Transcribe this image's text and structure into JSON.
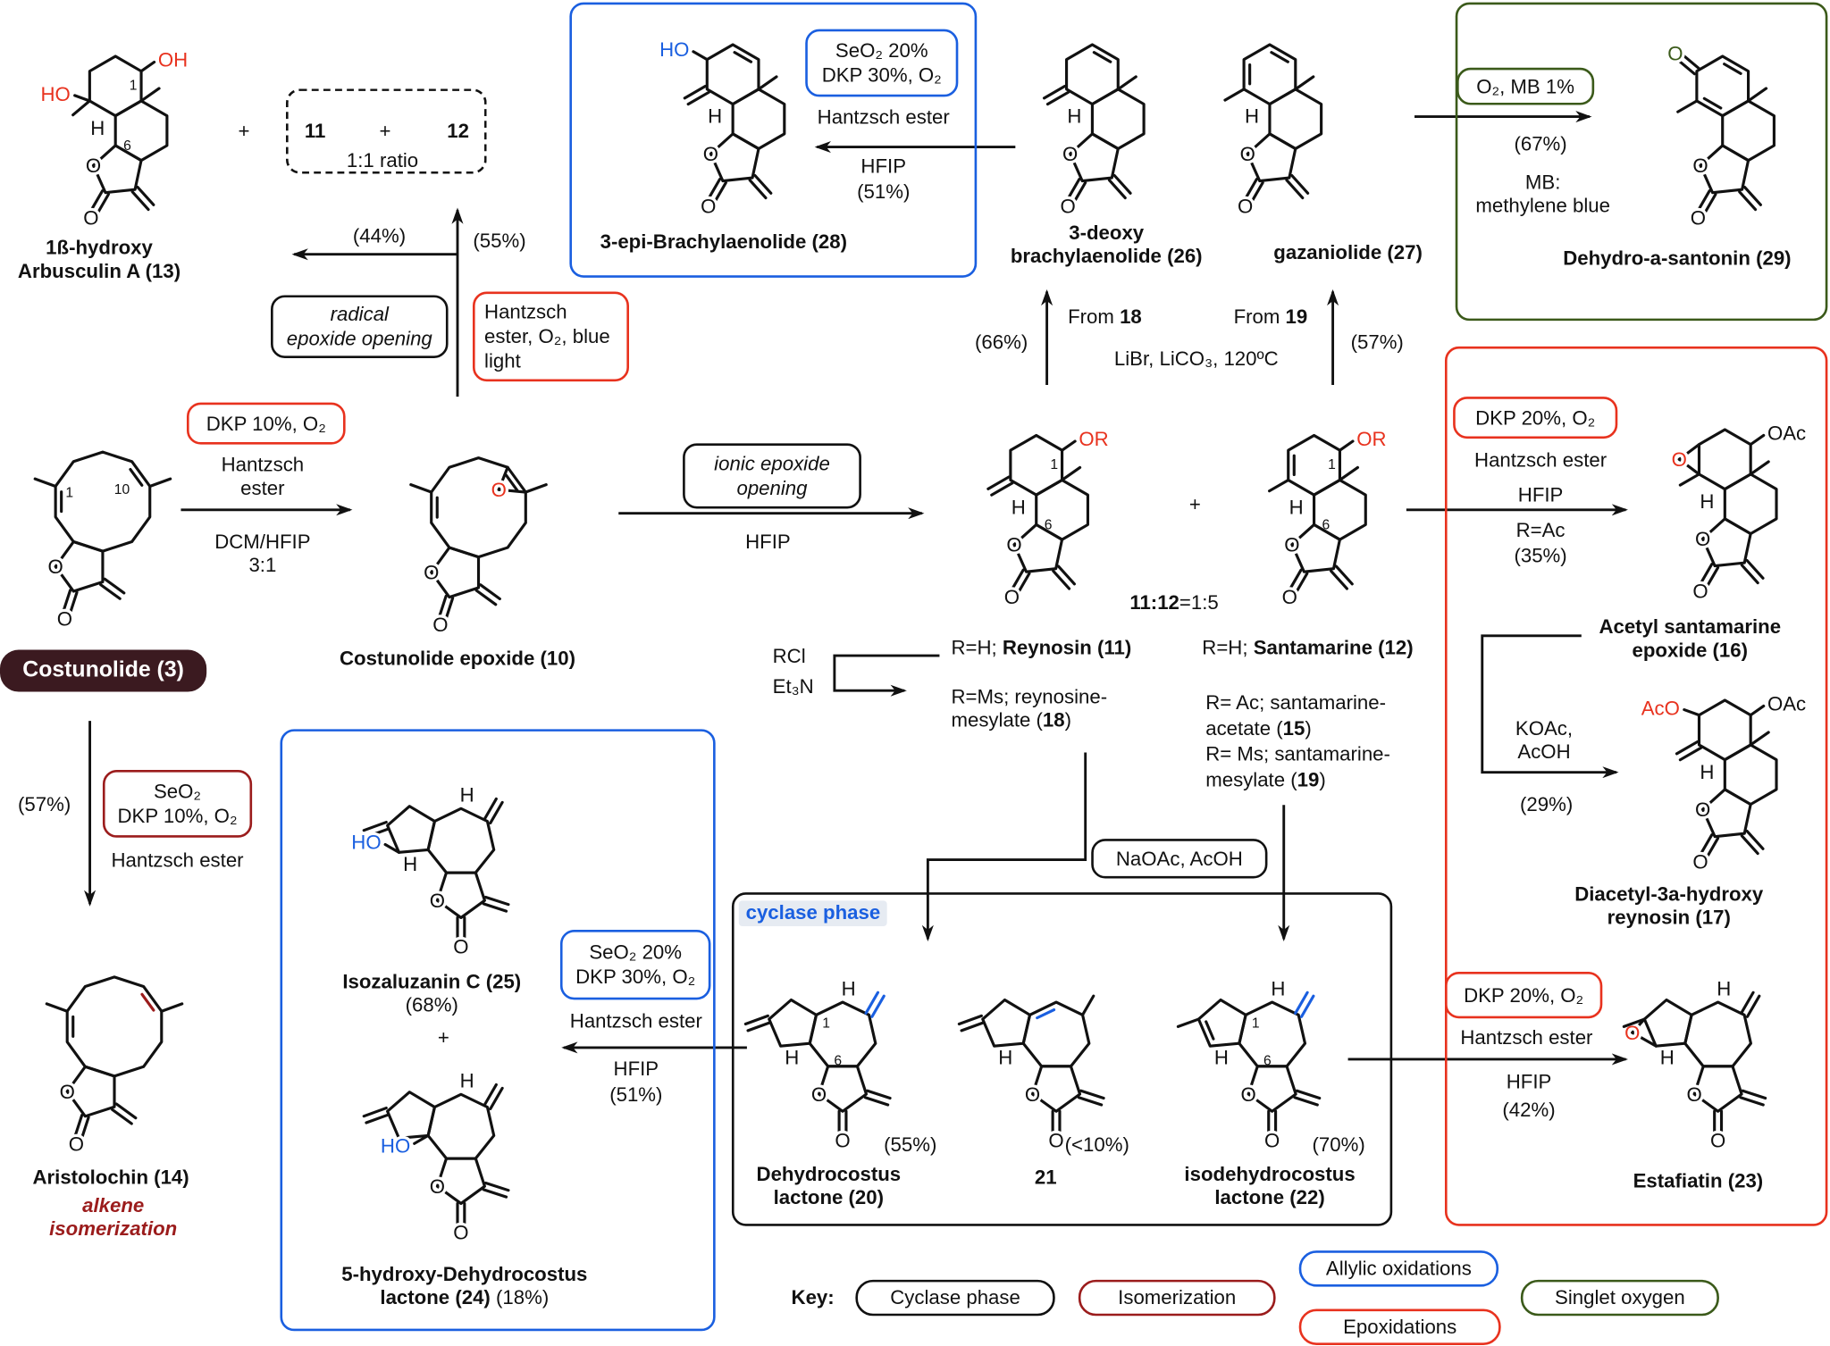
{
  "colors": {
    "red": "#e8321e",
    "dark_red": "#9b1c1c",
    "blue": "#1a5fe0",
    "green": "#3b5a1a",
    "pill": "#3b1a20"
  },
  "atoms": {
    "O": "O",
    "H": "H",
    "HO": "HO",
    "OH": "OH",
    "OR": "OR",
    "OAc": "OAc",
    "AcO": "AcO",
    "n1": "1",
    "n6": "6",
    "n10": "10"
  },
  "top": {
    "c13": [
      "1ß-hydroxy",
      "Arbusculin A (13)"
    ],
    "plus": "+",
    "ratio_box": {
      "a": "11",
      "plus": "+",
      "b": "12",
      "note": "1:1 ratio"
    },
    "y44": "(44%)",
    "y55": "(55%)",
    "radical": [
      "radical",
      "epoxide opening"
    ],
    "hantzsch_light": [
      "Hantzsch",
      "ester, O₂, blue",
      "light"
    ],
    "seo2_box": [
      "SeO₂ 20%",
      "DKP 30%, O₂"
    ],
    "hantzsch_ester": "Hantzsch ester",
    "hfip": "HFIP",
    "y51": "(51%)",
    "c28": "3-epi-Brachylaenolide (28)",
    "c26": [
      "3-deoxy",
      "brachylaenolide (26)"
    ],
    "c27": "gazaniolide (27)",
    "mb_box": "O₂, MB 1%",
    "y67": "(67%)",
    "mb": [
      "MB:",
      "methylene blue"
    ],
    "c29": "Dehydro-a-santonin (29)",
    "y66": "(66%)",
    "from18": [
      "From ",
      "18"
    ],
    "from19": [
      "From ",
      "19"
    ],
    "libr": "LiBr, LiCO₃, 120ºC",
    "y57": "(57%)"
  },
  "middle": {
    "dkp10_box": "DKP 10%, O₂",
    "hantzsch": [
      "Hantzsch",
      "ester"
    ],
    "dcm": [
      "DCM/HFIP",
      "3:1"
    ],
    "c3": "Costunolide (3)",
    "c10": "Costunolide epoxide (10)",
    "ionic": [
      "ionic epoxide",
      "opening"
    ],
    "hfip": "HFIP",
    "plus": "+",
    "ratio": [
      "11:12",
      "=1:5"
    ],
    "dkp20_box": "DKP 20%, O₂",
    "hantzsch_ester": "Hantzsch ester",
    "hfip2": "HFIP",
    "rac": "R=Ac",
    "y35": "(35%)",
    "c16": [
      "Acetyl santamarine",
      "epoxide (16)"
    ],
    "rcl": "RCl",
    "et3n": "Et₃N",
    "r11": [
      "R=H; ",
      "Reynosin (11)"
    ],
    "r18": [
      "R=Ms; reynosine-",
      "mesylate (",
      "18",
      ")"
    ],
    "r12": [
      "R=H; ",
      "Santamarine (12)"
    ],
    "r15": [
      "R= Ac; santamarine-",
      "acetate (",
      "15",
      ")"
    ],
    "r19": [
      "R= Ms; santamarine-",
      "mesylate (",
      "19",
      ")"
    ],
    "koac": [
      "KOAc,",
      "AcOH"
    ],
    "y29": "(29%)",
    "c17": [
      "Diacetyl-3a-hydroxy",
      "reynosin (17)"
    ]
  },
  "bottom": {
    "y57": "(57%)",
    "seo2_box": [
      "SeO₂",
      "DKP 10%, O₂"
    ],
    "hantzsch_ester": "Hantzsch ester",
    "c14": "Aristolochin (14)",
    "c14_note": [
      "alkene",
      "isomerization"
    ],
    "c25": [
      "Isozaluzanin C (25)",
      "(68%)"
    ],
    "plus": "+",
    "c24": [
      "5-hydroxy-Dehydrocostus",
      "lactone (24)",
      " (18%)"
    ],
    "seo2_box2": [
      "SeO₂ 20%",
      "DKP 30%, O₂"
    ],
    "hantzsch_ester2": "Hantzsch ester",
    "hfip": "HFIP",
    "y51": "(51%)",
    "naoac": "NaOAc, AcOH",
    "cyclase": "cyclase phase",
    "y55": "(55%)",
    "y10": "(<10%)",
    "y70": "(70%)",
    "c20": [
      "Dehydrocostus",
      "lactone (20)"
    ],
    "c21": "21",
    "c22": [
      "isodehydrocostus",
      "lactone (22)"
    ],
    "dkp20_box": "DKP 20%, O₂",
    "hantzsch_ester3": "Hantzsch ester",
    "hfip2": "HFIP",
    "y42": "(42%)",
    "c23": "Estafiatin (23)"
  },
  "key": {
    "label": "Key:",
    "items": [
      "Cyclase phase",
      "Isomerization",
      "Allylic oxidations",
      "Epoxidations",
      "Singlet oxygen"
    ]
  }
}
